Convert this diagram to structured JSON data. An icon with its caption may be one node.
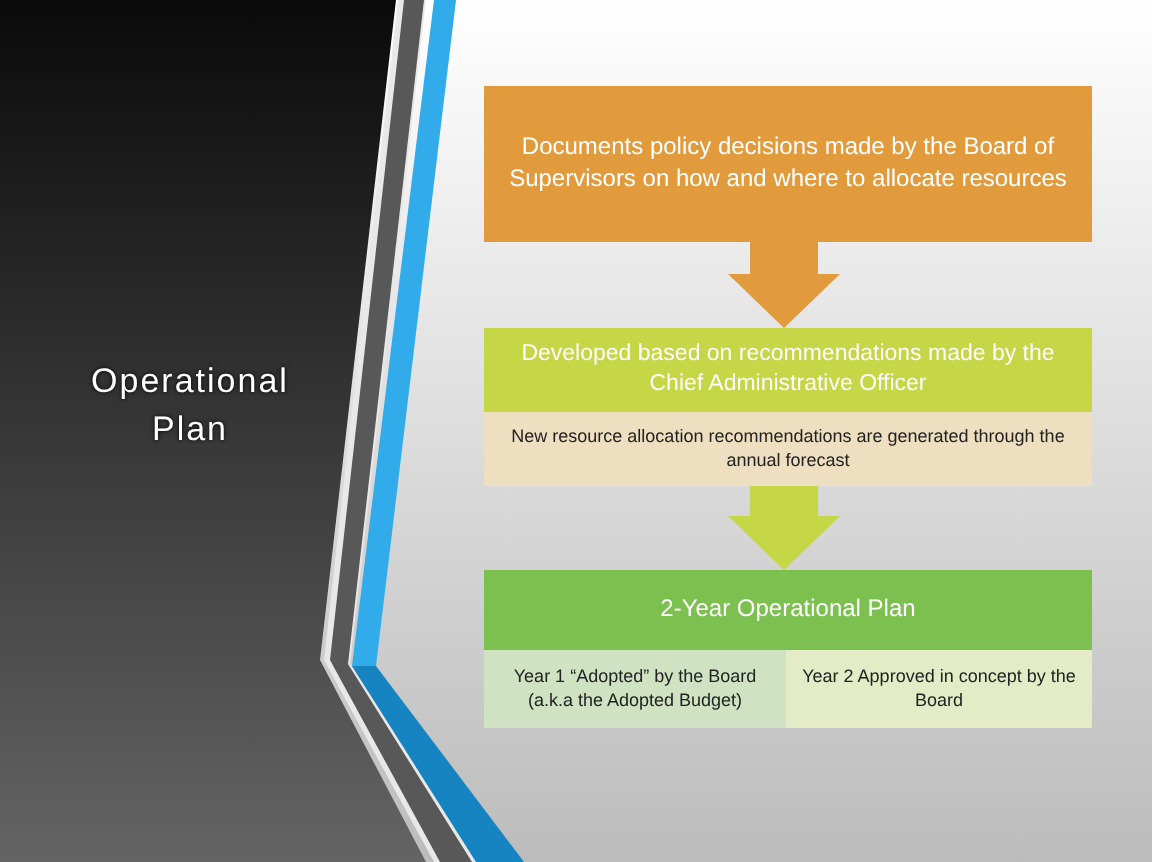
{
  "diagram": {
    "title": "Operational Plan",
    "nodes": [
      {
        "text": [
          "Documents policy decisions made by the Board of Supervisors on how and where to allocate resources"
        ]
      },
      {
        "text": [
          "Developed based on recommendations made by the Chief Administrative Officer"
        ]
      },
      {
        "text": [
          "New resource allocation recommendations are generated through the annual forecast"
        ]
      },
      {
        "text": [
          "2-Year Operational Plan"
        ]
      },
      {
        "text": [
          "Year 1 “Adopted” by the Board (a.k.a the Adopted Budget)"
        ]
      },
      {
        "text": [
          "Year 2 Approved in concept by the Board"
        ]
      }
    ],
    "edges": [
      {
        "from": 0,
        "to": 1,
        "arrow": "to",
        "color": "#e29b3c"
      },
      {
        "from": 2,
        "to": 3,
        "arrow": "to",
        "color": "#c5d646"
      }
    ]
  }
}
